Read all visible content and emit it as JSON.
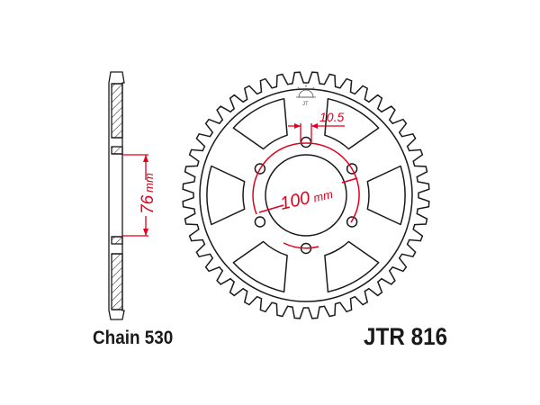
{
  "labels": {
    "chain": "Chain 530",
    "part_number": "JTR 816"
  },
  "dimensions": {
    "bolt_circle": "100",
    "bolt_circle_unit": "mm",
    "bolt_hole": "10.5",
    "center_bore": "76",
    "center_bore_unit": "mm"
  },
  "colors": {
    "outline": "#1a1a1a",
    "dimension": "#e0001b"
  }
}
